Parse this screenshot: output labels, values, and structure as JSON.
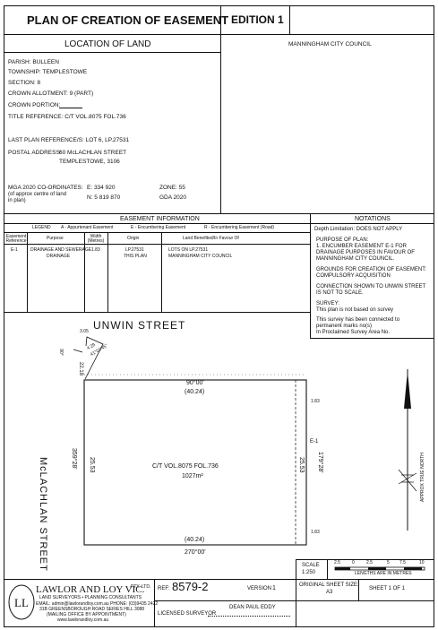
{
  "title": "PLAN OF CREATION OF EASEMENT",
  "edition": "EDITION 1",
  "location": {
    "heading": "LOCATION OF LAND",
    "parish": "PARISH: BULLEEN",
    "township": "TOWNSHIP: TEMPLESTOWE",
    "section": "SECTION: 8",
    "crown_allotment": "CROWN ALLOTMENT: 9 (PART)",
    "crown_portion": "CROWN PORTION:",
    "title_reference": "TITLE REFERENCE: C/T VOL.8075 FOL.736",
    "last_plan": "LAST PLAN REFERENCE/S: LOT 6, LP.27531",
    "postal_label": "POSTAL ADDRESS:",
    "postal_line1": "60 McLACHLAN STREET",
    "postal_line2": "TEMPLESTOWE, 3106",
    "mga_label": "MGA 2020 CO-ORDINATES:",
    "mga_note": "(of approx centre of land in plan)",
    "e": "E:   334 920",
    "n": "N: 5 819 870",
    "zone": "ZONE: 55",
    "gda": "GDA 2020"
  },
  "council": "MANNINGHAM CITY COUNCIL",
  "easement": {
    "heading": "EASEMENT INFORMATION",
    "legend": "LEGEND",
    "legend_a": "A - Appurtenant Easement",
    "legend_e": "E - Encumbering Easement",
    "legend_r": "R - Encumbering Easement (Road)",
    "col_ref": "Easement Reference",
    "col_purpose": "Purpose",
    "col_width": "Width (Metres)",
    "col_origin": "Origin",
    "col_benefit": "Land Benefited/In Favour Of",
    "row": {
      "ref": "E-1",
      "purpose1": "DRAINAGE AND SEWERAGE",
      "purpose2": "DRAINAGE",
      "width": "1.83",
      "origin1": "LP.27531",
      "origin2": "THIS PLAN",
      "benefit1": "LOTS ON LP.27531",
      "benefit2": "MANNINGHAM CITY COUNCIL"
    }
  },
  "notations": {
    "heading": "NOTATIONS",
    "depth": "Depth Limitation: DOES NOT APPLY",
    "purpose_h": "PURPOSE OF PLAN:",
    "purpose_1": "1. ENCUMBER EASEMENT E-1 FOR",
    "purpose_2": "DRAINAGE PURPOSES IN FAVOUR OF",
    "purpose_3": "MANNINGHAM CITY COUNCIL.",
    "grounds_1": "GROUNDS FOR CREATION OF EASEMENT:",
    "grounds_2": "COMPULSORY ACQUISITION",
    "conn_1": "CONNECTION SHOWN TO UNWIN STREET",
    "conn_2": "IS NOT TO SCALE.",
    "survey_h": "SURVEY:",
    "survey_1": "This plan is not based on survey",
    "survey_2": "This survey has been connected to",
    "survey_3": "permanent marks no(s)",
    "survey_4": "In Proclaimed Survey Area No."
  },
  "plan": {
    "unwin": "UNWIN STREET",
    "mclachlan": "McLACHLAN STREET",
    "conn_a": "3.05",
    "conn_b": "4.29",
    "conn_c": "41°01'45\"",
    "conn_d": "90°",
    "conn_e": "22.18",
    "top_bearing": "90°00'",
    "top_dist": "(40.24)",
    "bottom_bearing": "270°00'",
    "bottom_dist": "(40.24)",
    "left_bearing": "359°28'",
    "left_dist": "25.53",
    "right_bearing": "179°28'",
    "right_dist": "25.53",
    "right_ease": "E-1",
    "w1": "1.83",
    "w2": "1.83",
    "lot_title": "C/T VOL.8075 FOL.736",
    "lot_area": "1027m²",
    "north": "APPROX TRUE NORTH"
  },
  "scale": {
    "label": "SCALE",
    "ratio": "1:250",
    "ticks": [
      "2.5",
      "0",
      "2.5",
      "5",
      "7.5",
      "10"
    ],
    "lengths": "LENGTHS ARE IN METRES"
  },
  "footer": {
    "firm": "LAWLOR AND LOY VIC.",
    "firm_suffix": "PTY. LTD.",
    "firm_sub": "LAND SURVEYORS • PLANNING CONSULTANTS",
    "contact1": "EMAIL: admin@lawlorandloy.com.au  PHONE: (03)9435 2422",
    "contact2": "31B GREENSBOROUGH ROAD SERIES HILL 3088",
    "contact3": "(MAILING OFFICE BY APPOINTMENT)",
    "contact4": "www.lawlorandloy.com.au",
    "ref_label": "REF:",
    "ref": "8579-2",
    "version_label": "VERSION",
    "version": "1",
    "surveyor_label": "LICENSED SURVEYOR",
    "surveyor": "DEAN PAUL EDDY",
    "orig_label": "ORIGINAL SHEET SIZE:",
    "orig_size": "A3",
    "sheet": "SHEET 1 OF 1"
  }
}
